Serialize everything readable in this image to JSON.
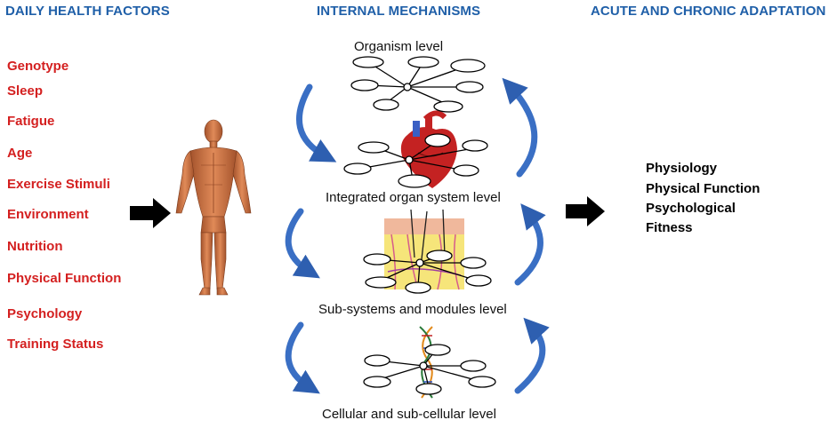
{
  "headers": {
    "left": "DAILY HEALTH FACTORS",
    "middle": "INTERNAL MECHANISMS",
    "right": "ACUTE AND CHRONIC ADAPTATION"
  },
  "factors": [
    "Genotype",
    "Sleep",
    "Fatigue",
    "Age",
    "Exercise Stimuli",
    "Environment",
    "Nutrition",
    "Physical Function",
    "Psychology",
    "Training Status"
  ],
  "levels": {
    "organism": "Organism level",
    "organ_system": "Integrated organ system level",
    "sub_systems": "Sub-systems and modules level",
    "cellular": "Cellular and sub-cellular level"
  },
  "outcomes": [
    "Physiology",
    "Physical Function",
    "Psychological",
    "Fitness"
  ],
  "colors": {
    "header": "#1f5fa8",
    "factor_text": "#d42020",
    "cycle_arrow": "#3a6fc4",
    "flow_arrow": "#000000"
  },
  "icons": {
    "human_figure": "human-muscle-figure",
    "heart": "heart-icon",
    "skin": "skin-tissue-icon",
    "dna": "dna-helix-icon"
  }
}
